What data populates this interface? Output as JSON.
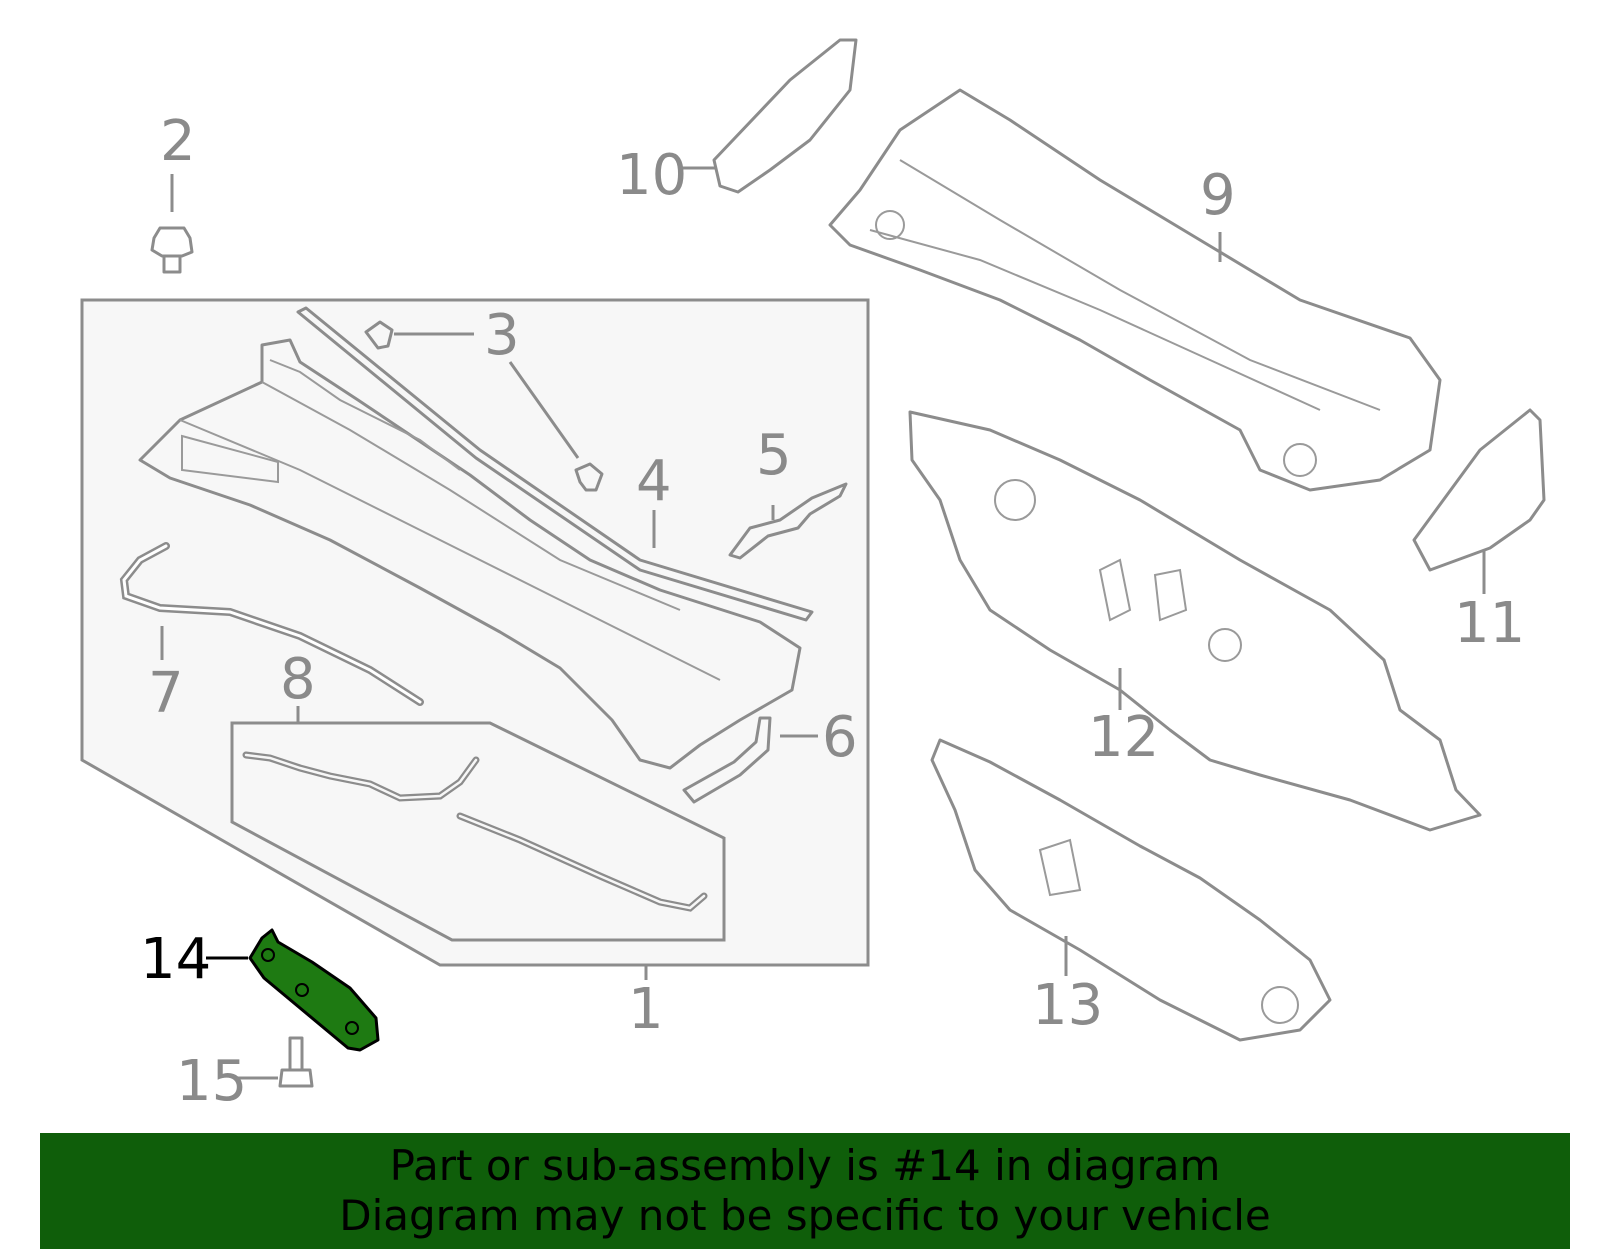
{
  "callouts": [
    {
      "id": "1",
      "label": "1"
    },
    {
      "id": "2",
      "label": "2"
    },
    {
      "id": "3",
      "label": "3"
    },
    {
      "id": "4",
      "label": "4"
    },
    {
      "id": "5",
      "label": "5"
    },
    {
      "id": "6",
      "label": "6"
    },
    {
      "id": "7",
      "label": "7"
    },
    {
      "id": "8",
      "label": "8"
    },
    {
      "id": "9",
      "label": "9"
    },
    {
      "id": "10",
      "label": "10"
    },
    {
      "id": "11",
      "label": "11"
    },
    {
      "id": "12",
      "label": "12"
    },
    {
      "id": "13",
      "label": "13"
    },
    {
      "id": "14",
      "label": "14"
    },
    {
      "id": "15",
      "label": "15"
    }
  ],
  "highlighted_part": "14",
  "colors": {
    "highlight_fill": "#1e7a12",
    "banner_bg": "#0f5e0a",
    "line_gray": "#8c8c8c",
    "group_box_fill": "#f7f7f7"
  },
  "banner": {
    "line1": "Part or sub-assembly is #14 in diagram",
    "line2": "Diagram may not be specific to your vehicle"
  }
}
